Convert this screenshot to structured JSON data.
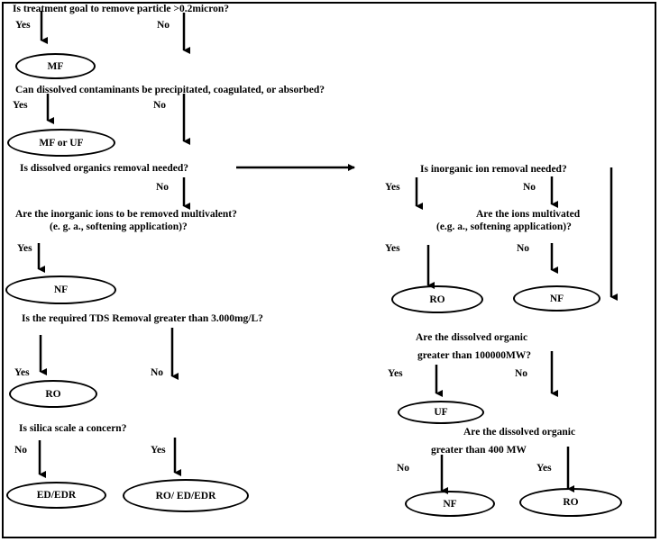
{
  "colors": {
    "line": "#000000",
    "background": "#ffffff"
  },
  "labels": {
    "yes": "Yes",
    "no": "No"
  },
  "questions": {
    "q1": "Is treatment goal to remove particle >0.2micron?",
    "q2": "Can dissolved contaminants be precipitated, coagulated, or absorbed?",
    "q3": "Is dissolved organics removal needed?",
    "q4_line1": "Are the inorganic ions to be removed multivalent?",
    "q4_line2": "(e. g.  a., softening application)?",
    "q5": "Is the required TDS Removal greater than 3.000mg/L?",
    "q6": "Is silica scale a concern?",
    "q7": "Is inorganic ion removal needed?",
    "q8_line1": "Are the ions multivated",
    "q8_line2": "(e.g. a., softening application)?",
    "q9_line1": "Are the dissolved organic",
    "q9_line2": "greater than 100000MW?",
    "q10_line1": "Are the dissolved organic",
    "q10_line2": "greater than 400 MW"
  },
  "outcomes": {
    "mf": "MF",
    "mf_uf": "MF or UF",
    "nf_left": "NF",
    "ro_left": "RO",
    "ed_edr": "ED/EDR",
    "ro_ed_edr": "RO/ ED/EDR",
    "ro_mid": "RO",
    "nf_mid": "NF",
    "uf": "UF",
    "nf_bottom": "NF",
    "ro_bottom": "RO"
  }
}
